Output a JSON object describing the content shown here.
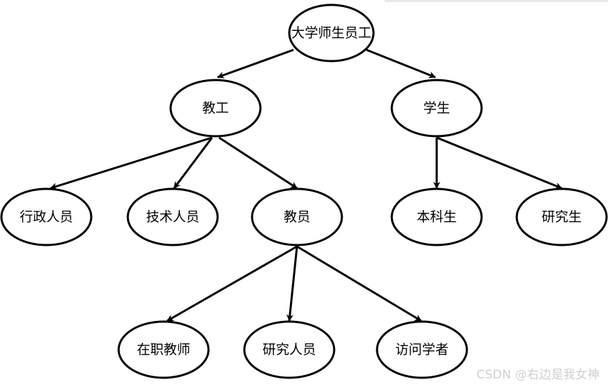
{
  "diagram": {
    "nodes": [
      {
        "id": "root",
        "label": "大学师生员工"
      },
      {
        "id": "staff",
        "label": "教工"
      },
      {
        "id": "student",
        "label": "学生"
      },
      {
        "id": "admin",
        "label": "行政人员"
      },
      {
        "id": "tech",
        "label": "技术人员"
      },
      {
        "id": "teacher",
        "label": "教员"
      },
      {
        "id": "undergrad",
        "label": "本科生"
      },
      {
        "id": "grad",
        "label": "研究生"
      },
      {
        "id": "incumbent",
        "label": "在职教师"
      },
      {
        "id": "researcher",
        "label": "研究人员"
      },
      {
        "id": "visiting",
        "label": "访问学者"
      }
    ],
    "edges": [
      {
        "from": "root",
        "to": "staff"
      },
      {
        "from": "root",
        "to": "student"
      },
      {
        "from": "staff",
        "to": "admin"
      },
      {
        "from": "staff",
        "to": "tech"
      },
      {
        "from": "staff",
        "to": "teacher"
      },
      {
        "from": "student",
        "to": "undergrad"
      },
      {
        "from": "student",
        "to": "grad"
      },
      {
        "from": "teacher",
        "to": "incumbent"
      },
      {
        "from": "teacher",
        "to": "researcher"
      },
      {
        "from": "teacher",
        "to": "visiting"
      }
    ]
  },
  "watermark": "CSDN @右边是我女神"
}
